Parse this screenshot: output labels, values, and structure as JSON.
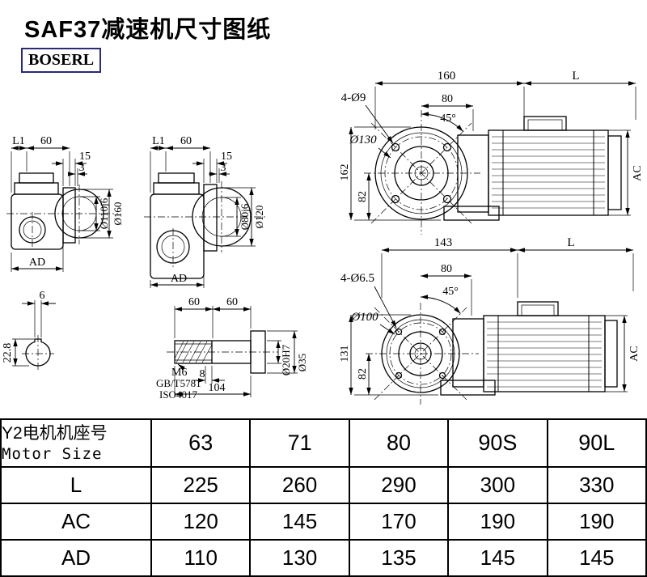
{
  "page": {
    "title": "SAF37减速机尺寸图纸",
    "logo": "BOSERL"
  },
  "colors": {
    "line": "#000000",
    "background": "#ffffff",
    "logo_border": "#2a2a75",
    "text": "#000000"
  },
  "views": {
    "side1": {
      "dim_l1": "L1",
      "dim_60": "60",
      "dim_15": "15",
      "dim_3": "3",
      "dia_inner": "Ø110j6",
      "dia_outer": "Ø160",
      "dim_ad": "AD"
    },
    "side2": {
      "dim_l1": "L1",
      "dim_60": "60",
      "dim_15": "15",
      "dim_3": "3",
      "dia_inner": "Ø80j6",
      "dia_outer": "Ø120",
      "dim_ad": "AD"
    },
    "front1": {
      "dim_width": "160",
      "dim_l": "L",
      "holes": "4-Ø9",
      "dim_80": "80",
      "angle": "45°",
      "dia_bolt_circle": "Ø130",
      "dim_height": "162",
      "dim_82": "82",
      "dim_ac": "AC"
    },
    "front2": {
      "dim_width": "143",
      "dim_l": "L",
      "holes": "4-Ø6.5",
      "dim_80": "80",
      "angle": "45°",
      "dia_bolt_circle": "Ø100",
      "dim_height": "131",
      "dim_82": "82",
      "dim_ac": "AC"
    },
    "key_section": {
      "dim_width": "6",
      "dim_height": "22.8"
    },
    "shaft": {
      "dim_60a": "60",
      "dim_60b": "60",
      "thread": "M6",
      "std1": "GB/T5781",
      "std2": "ISO4017",
      "dim_8": "8",
      "dim_104": "104",
      "dia_bore": "Ø20H7",
      "dia_outer": "Ø35"
    }
  },
  "table": {
    "row_header": {
      "cn": "Y2电机机座号",
      "en": "Motor Size"
    },
    "motor_sizes": [
      "63",
      "71",
      "80",
      "90S",
      "90L"
    ],
    "rows": [
      {
        "label": "L",
        "values": [
          "225",
          "260",
          "290",
          "300",
          "330"
        ]
      },
      {
        "label": "AC",
        "values": [
          "120",
          "145",
          "170",
          "190",
          "190"
        ]
      },
      {
        "label": "AD",
        "values": [
          "110",
          "130",
          "135",
          "145",
          "145"
        ]
      }
    ]
  }
}
